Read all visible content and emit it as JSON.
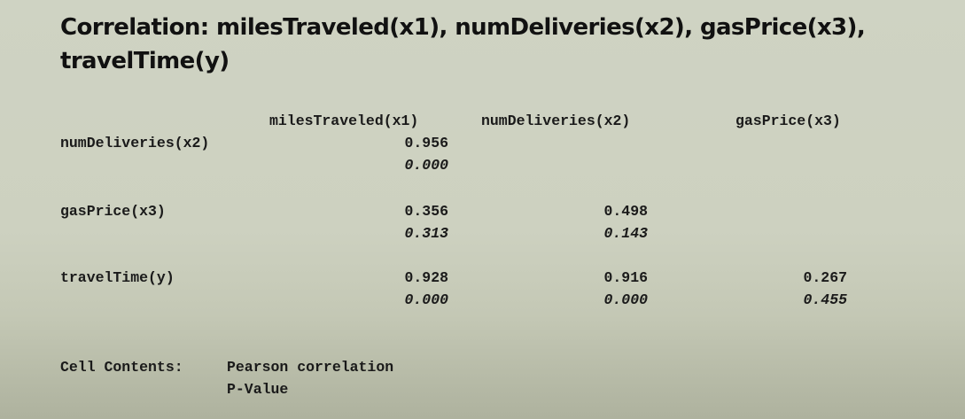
{
  "title": "Correlation: milesTraveled(x1), numDeliveries(x2), gasPrice(x3), travelTime(y)",
  "table": {
    "columns": [
      "milesTraveled(x1)",
      "numDeliveries(x2)",
      "gasPrice(x3)"
    ],
    "rows": [
      {
        "label": "numDeliveries(x2)",
        "correlations": [
          "0.956"
        ],
        "p_values": [
          "0.000"
        ]
      },
      {
        "label": "gasPrice(x3)",
        "correlations": [
          "0.356",
          "0.498"
        ],
        "p_values": [
          "0.313",
          "0.143"
        ]
      },
      {
        "label": "travelTime(y)",
        "correlations": [
          "0.928",
          "0.916",
          "0.267"
        ],
        "p_values": [
          "0.000",
          "0.000",
          "0.455"
        ]
      }
    ]
  },
  "legend": {
    "label": "Cell Contents:",
    "line1": "Pearson correlation",
    "line2": "P-Value"
  }
}
